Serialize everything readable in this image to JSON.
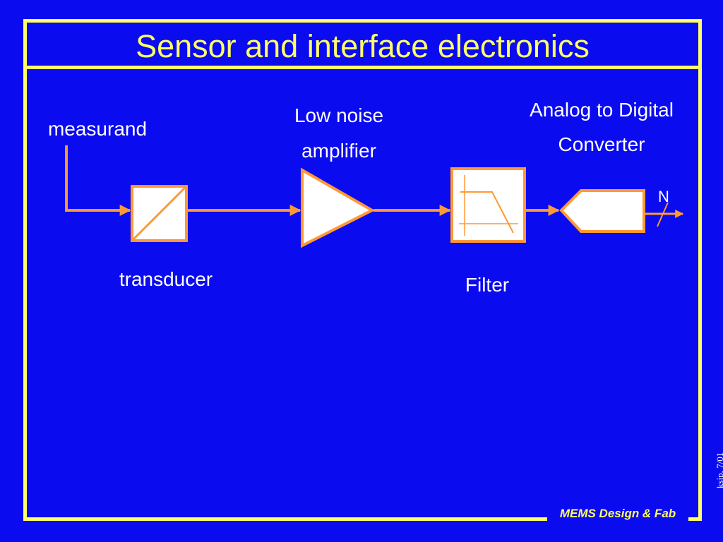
{
  "slide": {
    "title": "Sensor and interface electronics",
    "footer": "MEMS Design & Fab",
    "credit": "ksjp, 7/01"
  },
  "diagram": {
    "labels": {
      "measurand": "measurand",
      "amplifier_line1": "Low noise",
      "amplifier_line2": "amplifier",
      "adc_line1": "Analog to Digital",
      "adc_line2": "Converter",
      "bits": "N",
      "transducer": "transducer",
      "filter": "Filter"
    }
  },
  "colors": {
    "background": "#0b0bef",
    "accent": "#ffff66",
    "block_stroke": "#ff9933",
    "block_fill": "#ffffff",
    "text": "#ffffff"
  }
}
